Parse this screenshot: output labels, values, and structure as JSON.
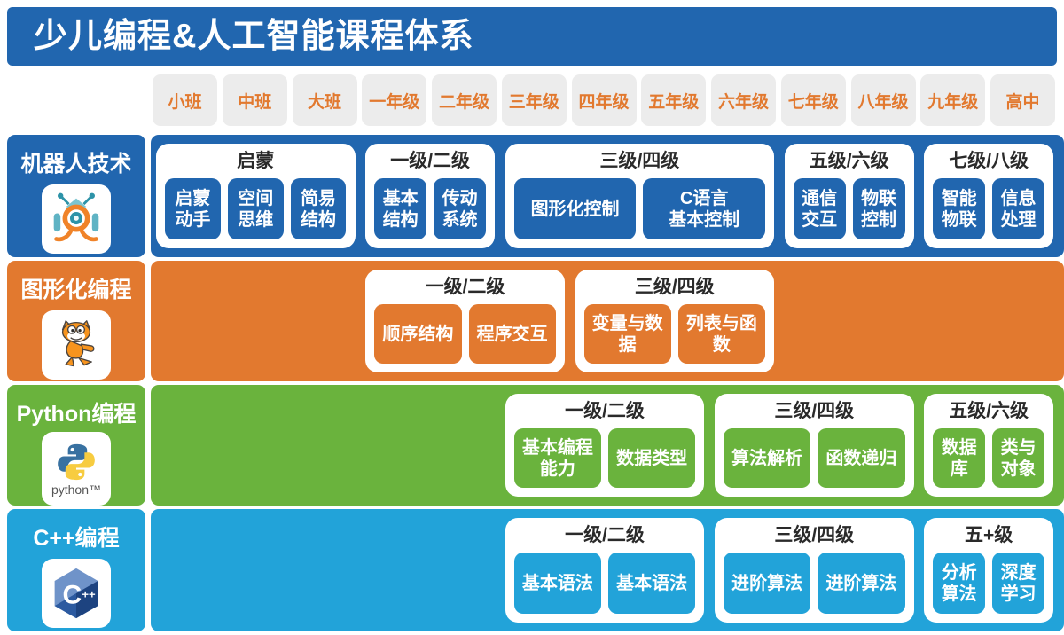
{
  "title": "少儿编程&人工智能课程体系",
  "grades": [
    "小班",
    "中班",
    "大班",
    "一年级",
    "二年级",
    "三年级",
    "四年级",
    "五年级",
    "六年级",
    "七年级",
    "八年级",
    "九年级",
    "高中"
  ],
  "colors": {
    "robot_blue": "#2166af",
    "scratch_orange": "#e2792f",
    "python_green": "#6ab33d",
    "cpp_cyan": "#22a3d9",
    "grade_text": "#e2792f",
    "grade_bg": "#ececec",
    "card_header_text": "#2a2a2a"
  },
  "tracks": [
    {
      "name": "机器人技术",
      "icon": "robot-icon",
      "color": "#2166af",
      "groups": [
        {
          "level": "启蒙",
          "span": [
            0,
            2
          ],
          "courses": [
            "启蒙\n动手",
            "空间\n思维",
            "简易\n结构"
          ]
        },
        {
          "level": "一级/二级",
          "span": [
            3,
            4
          ],
          "courses": [
            "基本\n结构",
            "传动\n系统"
          ]
        },
        {
          "level": "三级/四级",
          "span": [
            5,
            8
          ],
          "courses": [
            "图形化控制",
            "C语言\n基本控制"
          ]
        },
        {
          "level": "五级/六级",
          "span": [
            9,
            10
          ],
          "courses": [
            "通信\n交互",
            "物联\n控制"
          ]
        },
        {
          "level": "七级/八级",
          "span": [
            11,
            12
          ],
          "courses": [
            "智能\n物联",
            "信息\n处理"
          ]
        }
      ]
    },
    {
      "name": "图形化编程",
      "icon": "scratch-cat-icon",
      "color": "#e2792f",
      "groups": [
        {
          "level": "一级/二级",
          "span": [
            3,
            5
          ],
          "courses": [
            "顺序结构",
            "程序交互"
          ]
        },
        {
          "level": "三级/四级",
          "span": [
            6,
            8
          ],
          "courses": [
            "变量与数据",
            "列表与函数"
          ]
        }
      ]
    },
    {
      "name": "Python编程",
      "icon": "python-icon",
      "icon_text": "python™",
      "color": "#6ab33d",
      "groups": [
        {
          "level": "一级/二级",
          "span": [
            5,
            7
          ],
          "courses": [
            "基本编程能力",
            "数据类型"
          ]
        },
        {
          "level": "三级/四级",
          "span": [
            8,
            10
          ],
          "courses": [
            "算法解析",
            "函数递归"
          ]
        },
        {
          "level": "五级/六级",
          "span": [
            11,
            12
          ],
          "courses": [
            "数据库",
            "类与\n对象"
          ]
        }
      ]
    },
    {
      "name": "C++编程",
      "icon": "cpp-icon",
      "color": "#22a3d9",
      "groups": [
        {
          "level": "一级/二级",
          "span": [
            5,
            7
          ],
          "courses": [
            "基本语法",
            "基本语法"
          ]
        },
        {
          "level": "三级/四级",
          "span": [
            8,
            10
          ],
          "courses": [
            "进阶算法",
            "进阶算法"
          ]
        },
        {
          "level": "五+级",
          "span": [
            11,
            12
          ],
          "courses": [
            "分析\n算法",
            "深度\n学习"
          ]
        }
      ]
    }
  ]
}
